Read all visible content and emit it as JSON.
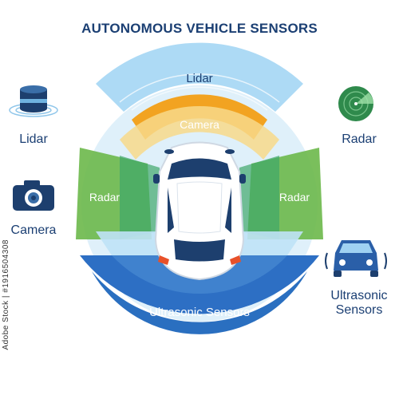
{
  "title": "AUTONOMOUS VEHICLE SENSORS",
  "zones": {
    "lidar": "Lidar",
    "camera": "Camera",
    "radar_left": "Radar",
    "radar_right": "Radar",
    "ultrasonic": "Ultrasonic Sensors"
  },
  "legend": {
    "lidar": "Lidar",
    "camera": "Camera",
    "radar": "Radar",
    "ultrasonic_line1": "Ultrasonic",
    "ultrasonic_line2": "Sensors"
  },
  "stock_id": "Adobe Stock | #1916504308",
  "icons": [
    "lidar-icon",
    "camera-icon",
    "radar-icon",
    "car-icon"
  ],
  "colors": {
    "title": "#1b3f73",
    "lidar": "#7ec3ea",
    "camera": "#f3a51f",
    "radar": "#6bb84a",
    "ultrasonic": "#2a6fc0",
    "car": "#1d3f6e"
  }
}
